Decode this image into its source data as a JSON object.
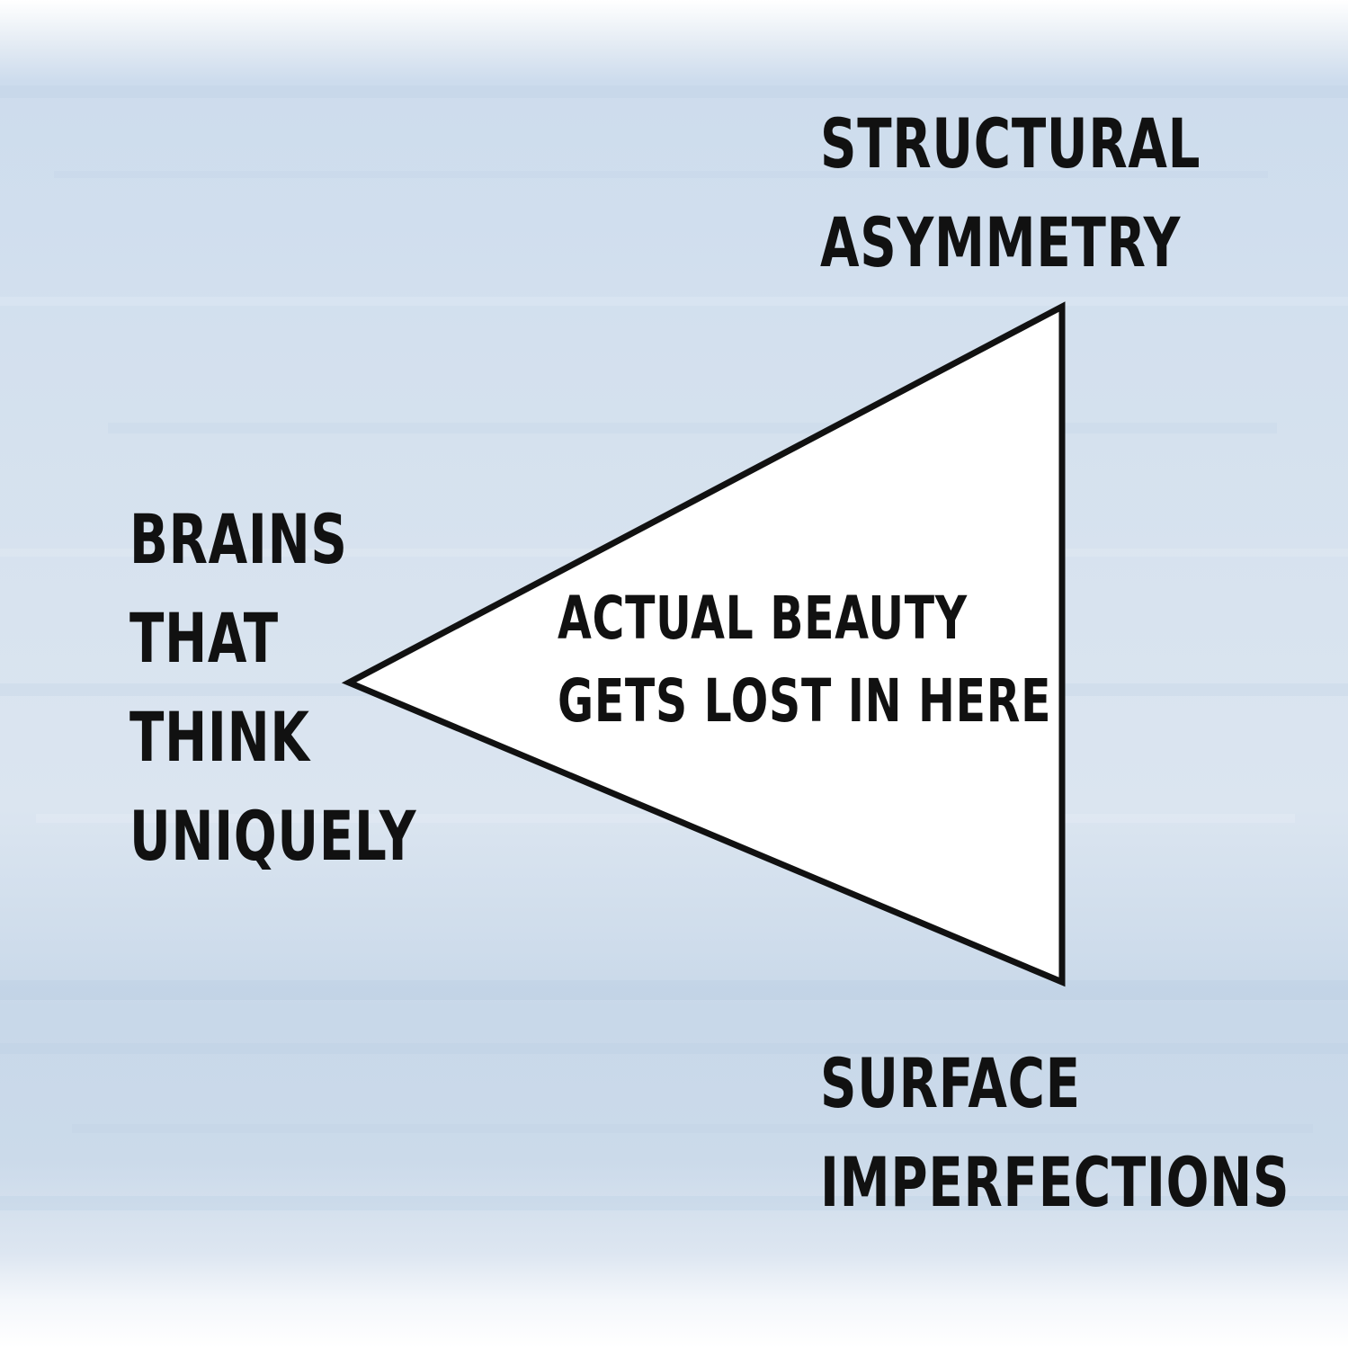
{
  "diagram": {
    "top_right": [
      "STRUCTURAL",
      "ASYMMETRY"
    ],
    "left": [
      "BRAINS",
      "THAT",
      "THINK",
      "UNIQUELY"
    ],
    "center": [
      "ACTUAL BEAUTY",
      "GETS LOST IN HERE"
    ],
    "bottom_right": [
      "SURFACE",
      "IMPERFECTIONS"
    ]
  },
  "colors": {
    "background_wash": "#c9d9e9",
    "triangle_fill": "#ffffff",
    "triangle_stroke": "#111111",
    "text": "#111111"
  }
}
